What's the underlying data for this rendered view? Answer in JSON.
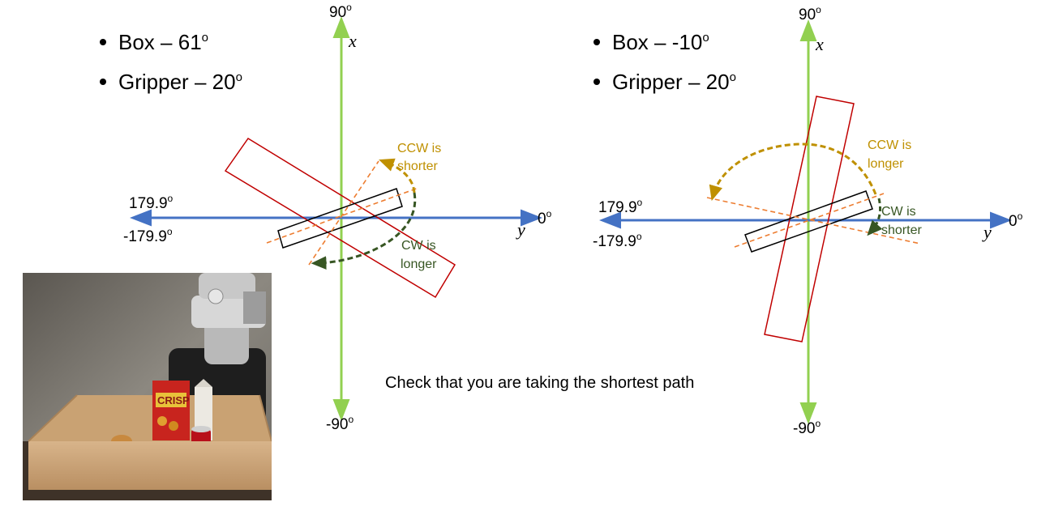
{
  "left": {
    "bullets": [
      {
        "label": "Box",
        "value": "61"
      },
      {
        "label": "Gripper",
        "value": "20"
      }
    ],
    "axis": {
      "top": "90",
      "bottom": "-90",
      "left_top": "179.9",
      "left_bottom": "-179.9",
      "right": "0",
      "x_label": "x",
      "y_label": "y"
    },
    "ccw": {
      "line1": "CCW is",
      "line2": "shorter"
    },
    "cw": {
      "line1": "CW is",
      "line2": "longer"
    }
  },
  "right": {
    "bullets": [
      {
        "label": "Box",
        "value": "-10"
      },
      {
        "label": "Gripper",
        "value": "20"
      }
    ],
    "axis": {
      "top": "90",
      "bottom": "-90",
      "left_top": "179.9",
      "left_bottom": "-179.9",
      "right": "0",
      "x_label": "x",
      "y_label": "y"
    },
    "ccw": {
      "line1": "CCW is",
      "line2": "longer"
    },
    "cw": {
      "line1": "CW is",
      "line2": "shorter"
    }
  },
  "caption": "Check that you are taking the shortest path",
  "degree_symbol": "o",
  "dash": "–",
  "colors": {
    "x_axis": "#92d050",
    "y_axis": "#4472c4",
    "box": "#c00000",
    "gripper": "#000000",
    "guide": "#ed7d31",
    "ccw": "#bf9000",
    "cw": "#375623"
  },
  "photo": {
    "icons": [
      "robot-arm",
      "crisp-cereal-box",
      "milk-carton",
      "soda-can",
      "bread",
      "wooden-bin"
    ],
    "cereal_label": "CRISP"
  }
}
